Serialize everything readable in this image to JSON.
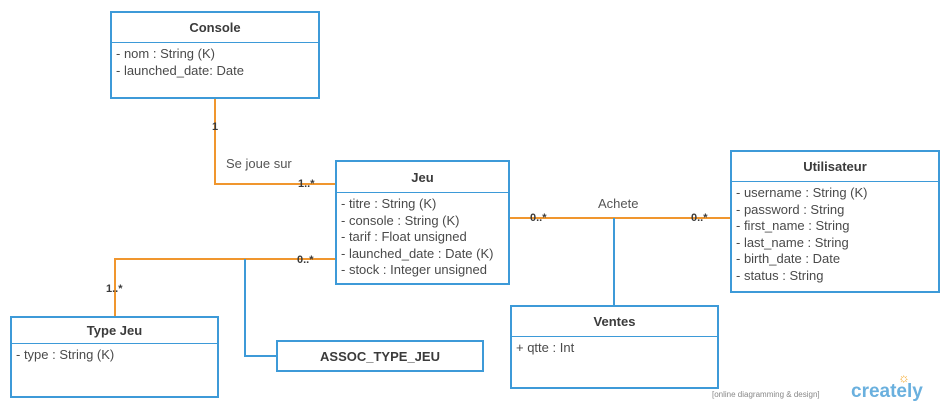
{
  "classes": {
    "console": {
      "title": "Console",
      "attrs": [
        "- nom : String (K)",
        "- launched_date: Date"
      ]
    },
    "jeu": {
      "title": "Jeu",
      "attrs": [
        "- titre : String (K)",
        "- console : String (K)",
        "- tarif : Float unsigned",
        "- launched_date : Date (K)",
        "- stock : Integer unsigned"
      ]
    },
    "utilisateur": {
      "title": "Utilisateur",
      "attrs": [
        "- username : String (K)",
        "- password : String",
        "- first_name : String",
        "- last_name : String",
        "- birth_date : Date",
        "- status : String"
      ]
    },
    "typejeu": {
      "title": "Type Jeu",
      "attrs": [
        "- type : String (K)"
      ]
    },
    "ventes": {
      "title": "Ventes",
      "attrs": [
        "+ qtte : Int"
      ]
    }
  },
  "assoc_class": "ASSOC_TYPE_JEU",
  "relations": {
    "console_jeu": {
      "label": "Se joue sur",
      "mult_console": "1",
      "mult_jeu": "1..*"
    },
    "jeu_typejeu": {
      "mult_jeu": "0..*",
      "mult_type": "1..*"
    },
    "jeu_utilisateur": {
      "label": "Achete",
      "mult_jeu": "0..*",
      "mult_user": "0..*"
    }
  },
  "colors": {
    "class_border": "#3d9ad8",
    "relation_line": "#f0962e",
    "assoc_line": "#3d9ad8"
  },
  "footer": {
    "caption": "[online diagramming & design]",
    "brand": "creately"
  }
}
